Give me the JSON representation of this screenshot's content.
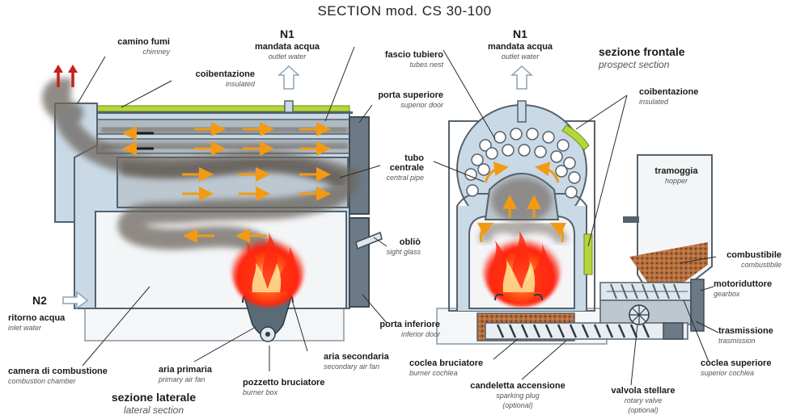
{
  "title": "SECTION mod. CS 30-100",
  "tags": {
    "n1_left": "N1",
    "n1_right": "N1",
    "n2": "N2"
  },
  "labels": {
    "chimney": {
      "it": "camino fumi",
      "en": "chimney"
    },
    "insulated_left": {
      "it": "coibentazione",
      "en": "insulated"
    },
    "outlet_left": {
      "it": "mandata acqua",
      "en": "outlet water"
    },
    "tubes_nest": {
      "it": "fascio tubiero",
      "en": "tubes nest"
    },
    "superior_door": {
      "it": "porta superiore",
      "en": "superior door"
    },
    "central_pipe": {
      "it": "tubo centrale",
      "en": "central pipe"
    },
    "sight_glass": {
      "it": "obliò",
      "en": "sight glass"
    },
    "inferior_door": {
      "it": "porta inferiore",
      "en": "inferior door"
    },
    "inlet_water": {
      "it": "ritorno acqua",
      "en": "inlet water"
    },
    "combustion_chamber": {
      "it": "camera di combustione",
      "en": "combustion chamber"
    },
    "primary_air": {
      "it": "aria primaria",
      "en": "primary air fan"
    },
    "secondary_air": {
      "it": "aria secondaria",
      "en": "secondary air fan"
    },
    "burner_box": {
      "it": "pozzetto bruciatore",
      "en": "burner box"
    },
    "lateral_section": {
      "it": "sezione laterale",
      "en": "lateral section"
    },
    "outlet_right": {
      "it": "mandata acqua",
      "en": "outlet water"
    },
    "prospect_section": {
      "it": "sezione frontale",
      "en": "prospect section"
    },
    "insulated_right": {
      "it": "coibentazione",
      "en": "insulated"
    },
    "hopper": {
      "it": "tramoggia",
      "en": "hopper"
    },
    "combustible": {
      "it": "combustibile",
      "en": "combustibile"
    },
    "gearbox": {
      "it": "motoriduttore",
      "en": "gearbox"
    },
    "transmission": {
      "it": "trasmissione",
      "en": "trasmission"
    },
    "superior_cochlea": {
      "it": "coclea superiore",
      "en": "superior cochlea"
    },
    "rotary_valve": {
      "it": "valvola stellare",
      "en": "rotary valve",
      "note": "(optional)"
    },
    "sparking_plug": {
      "it": "candeletta accensione",
      "en": "sparking plug",
      "note": "(optional)"
    },
    "burner_cochlea": {
      "it": "coclea bruciatore",
      "en": "burner cochlea"
    }
  },
  "colors": {
    "water": "#c9d9e6",
    "metal": "#5a6b78",
    "smoke": "#7a7068",
    "flame": "#ff2a10",
    "insulation": "#b5d63a",
    "pellet": "#a8623a",
    "arrow": "#f29a14"
  }
}
